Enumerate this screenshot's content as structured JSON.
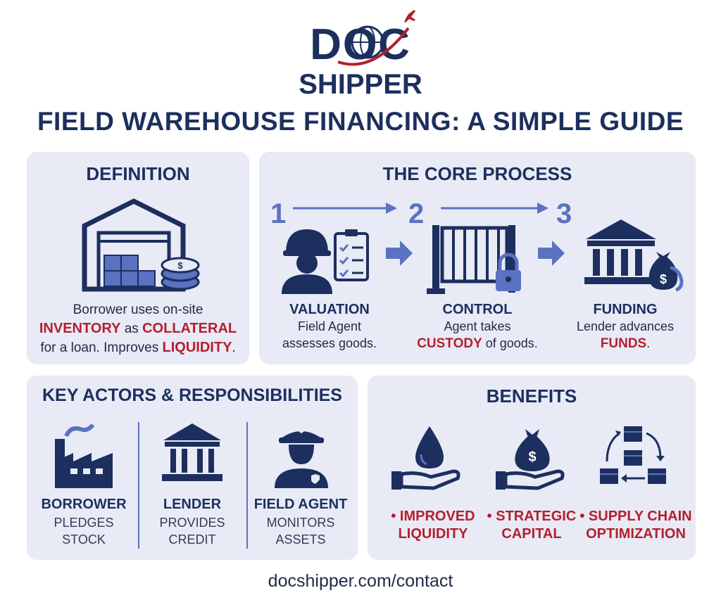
{
  "logo": {
    "line1": "DOC",
    "line2": "SHIPPER"
  },
  "title": "FIELD WAREHOUSE FINANCING: A SIMPLE GUIDE",
  "definition": {
    "heading": "DEFINITION",
    "line1": "Borrower uses on-site",
    "line2_a": "INVENTORY",
    "line2_b": " as ",
    "line2_c": "COLLATERAL",
    "line3_a": "for a loan. Improves ",
    "line3_b": "LIQUIDITY",
    "line3_c": "."
  },
  "process": {
    "heading": "THE CORE PROCESS",
    "steps": [
      {
        "num": "1",
        "label": "VALUATION",
        "line1": "Field Agent",
        "line2": "assesses goods."
      },
      {
        "num": "2",
        "label": "CONTROL",
        "line1": "Agent takes",
        "line2_a": "CUSTODY",
        "line2_b": " of goods."
      },
      {
        "num": "3",
        "label": "FUNDING",
        "line1": "Lender advances",
        "line2_a": "FUNDS",
        "line2_b": "."
      }
    ]
  },
  "actors": {
    "heading": "KEY ACTORS & RESPONSIBILITIES",
    "items": [
      {
        "name": "BORROWER",
        "line1": "PLEDGES",
        "line2": "STOCK"
      },
      {
        "name": "LENDER",
        "line1": "PROVIDES",
        "line2": "CREDIT"
      },
      {
        "name": "FIELD AGENT",
        "line1": "MONITORS",
        "line2": "ASSETS"
      }
    ]
  },
  "benefits": {
    "heading": "BENEFITS",
    "items": [
      {
        "line1": "• IMPROVED",
        "line2": "LIQUIDITY"
      },
      {
        "line1": "• STRATEGIC",
        "line2": "CAPITAL"
      },
      {
        "line1": "• SUPPLY CHAIN",
        "line2": "OPTIMIZATION"
      }
    ]
  },
  "footer": "docshipper.com/contact",
  "colors": {
    "navy": "#1c2f5e",
    "accent_blue": "#5a72c0",
    "red": "#b3202c",
    "panel_bg": "#e8eaf6"
  }
}
